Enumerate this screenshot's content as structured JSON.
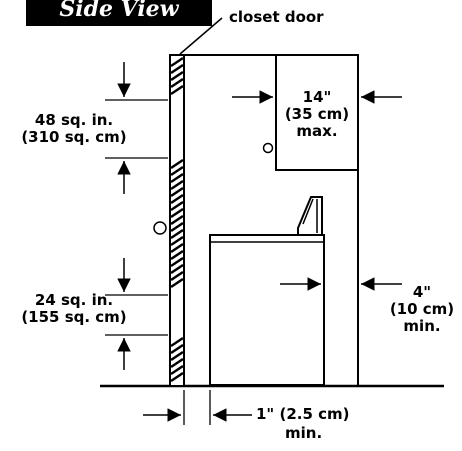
{
  "title": "Side View",
  "labels": {
    "closet_door": "closet door",
    "upper_vent_1": "48 sq. in.",
    "upper_vent_2": "(310 sq. cm)",
    "lower_vent_1": "24 sq. in.",
    "lower_vent_2": "(155 sq. cm)",
    "cabinet_gap_1": "14\"",
    "cabinet_gap_2": "(35 cm)",
    "cabinet_gap_3": "max.",
    "rear_gap_1": "4\"",
    "rear_gap_2": "(10 cm)",
    "rear_gap_3": "min.",
    "door_gap_1": "1\" (2.5 cm)",
    "door_gap_2": "min."
  }
}
